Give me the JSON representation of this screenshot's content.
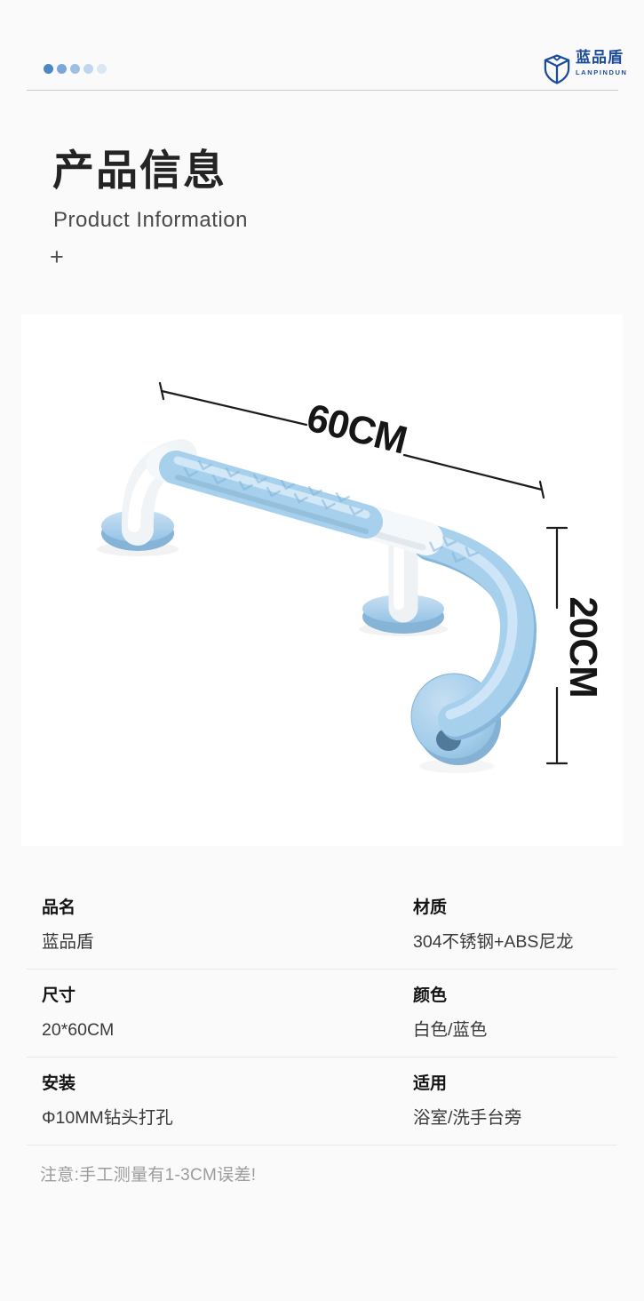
{
  "carousel": {
    "dot_colors": [
      "#4a87c9",
      "#7aa6d8",
      "#9dbfe5",
      "#bfd6ee",
      "#dbe7f5"
    ]
  },
  "header": {
    "brand_name": "蓝品盾",
    "brand_latin": "LANPINDUN",
    "brand_color": "#1b4c9b"
  },
  "intro": {
    "title": "产品信息",
    "subtitle": "Product Information",
    "plus_symbol": "+"
  },
  "figure": {
    "width_label": "60CM",
    "height_label": "20CM",
    "product_colors": {
      "tube_blue": "#a6d0ec",
      "tube_white": "#f5f7f9",
      "flange_blue": "#9cc8e8"
    }
  },
  "specs": {
    "rows": [
      {
        "left": {
          "label": "品名",
          "value": "蓝品盾"
        },
        "right": {
          "label": "材质",
          "value": "304不锈钢+ABS尼龙"
        }
      },
      {
        "left": {
          "label": "尺寸",
          "value": "20*60CM"
        },
        "right": {
          "label": "颜色",
          "value": "白色/蓝色"
        }
      },
      {
        "left": {
          "label": "安装",
          "value": "Φ10MM钻头打孔"
        },
        "right": {
          "label": "适用",
          "value": "浴室/洗手台旁"
        }
      }
    ],
    "note": "注意:手工测量有1-3CM误差!"
  }
}
